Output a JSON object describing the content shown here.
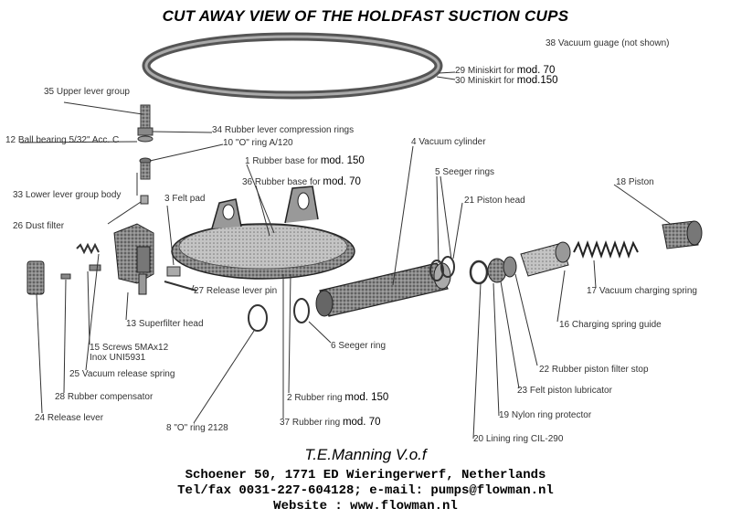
{
  "title": "CUT AWAY VIEW OF THE HOLDFAST SUCTION CUPS",
  "footer": {
    "company": "T.E.Manning V.o.f",
    "address": "Schoener 50, 1771 ED Wieringerwerf, Netherlands",
    "contact": "Tel/fax 0031-227-604128; e-mail: pumps@flowman.nl",
    "website": "Website : www.flowman.nl"
  },
  "labels": {
    "p38": "38 Vacuum guage (not shown)",
    "p29a": "29 Miniskirt for ",
    "p29b": "mod. 70",
    "p30a": "30 Miniskirt for ",
    "p30b": "mod.150",
    "p35": "35 Upper lever group",
    "p34": "34 Rubber lever compression rings",
    "p12": "12 Ball bearing 5/32\" Acc. C",
    "p10": "10 \"O\" ring A/120",
    "p4": "4 Vacuum cylinder",
    "p1a": "1 Rubber base for ",
    "p1b": "mod. 150",
    "p36a": "36 Rubber base for ",
    "p36b": "mod. 70",
    "p5": "5 Seeger rings",
    "p18": "18 Piston",
    "p33": "33 Lower lever group body",
    "p3": "3 Felt pad",
    "p21": "21 Piston head",
    "p26": "26 Dust filter",
    "p27": "27 Release lever pin",
    "p17": "17 Vacuum charging spring",
    "p13": "13 Superfilter head",
    "p16": "16 Charging spring guide",
    "p6": "6 Seeger ring",
    "p15a": "15 Screws 5MAx12",
    "p15b": "Inox UNI5931",
    "p25": "25 Vacuum release spring",
    "p22": "22 Rubber piston filter stop",
    "p28": "28 Rubber compensator",
    "p23": "23 Felt piston lubricator",
    "p2a": "2 Rubber ring ",
    "p2b": "mod. 150",
    "p24": "24 Release lever",
    "p19": "19 Nylon ring protector",
    "p37a": "37 Rubber ring ",
    "p37b": "mod. 70",
    "p8": "8 \"O\" ring 2128",
    "p20": "20 Lining ring CIL-290"
  }
}
